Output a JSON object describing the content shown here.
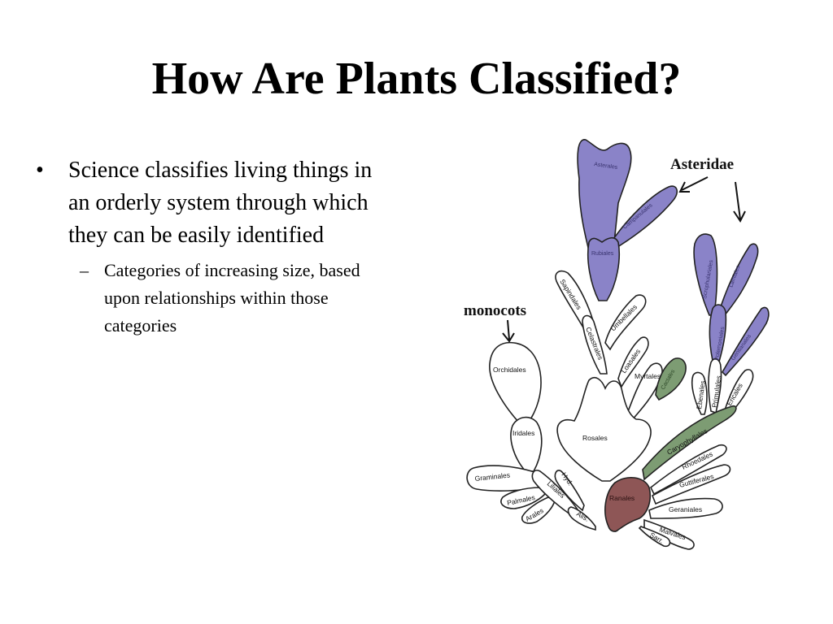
{
  "slide": {
    "title": "How Are Plants Classified?",
    "bullets": [
      {
        "text": "Science classifies living things in an orderly system through which they can be easily identified",
        "sub": [
          "Categories of increasing size, based upon relationships within those categories"
        ]
      }
    ],
    "bullet_symbol": "•",
    "sub_symbol": "–"
  },
  "diagram": {
    "groups": {
      "monocots": "monocots",
      "asteridae": "Asteridae"
    },
    "orders": {
      "asterales": "Asterales",
      "campanulales": "Campanulales",
      "rubiales": "Rubiales",
      "scrophulariales": "Scrophulariales",
      "lamiales": "Lamiales",
      "polemoniales": "Polemoniales",
      "gentianales": "Gentianales",
      "sapindales": "Sapindales",
      "umbellales": "Umbellales",
      "celastrales": "Celastrales",
      "loasales": "Loasales",
      "myrtales": "Myrtales",
      "cactales": "Cactales",
      "orchidales": "Orchidales",
      "iridales": "Iridales",
      "rosales": "Rosales",
      "ebenales": "Ebenales",
      "primulales": "Primulales",
      "ericales": "Ericales",
      "caryophyllales": "Caryophyllales",
      "rhoedales": "Rhoedales",
      "guttiferales": "Guttiferales",
      "graminales": "Graminales",
      "palmales": "Palmales",
      "arales": "Arales",
      "liliales": "Liliales",
      "hyd": "Hyd.",
      "alis": "Alis.",
      "ranales": "Ranales",
      "geraniales": "Geraniales",
      "malvales": "Malvales",
      "sarr": "Sarr."
    },
    "colors": {
      "asteridae": "#8a83c8",
      "caryophyllid": "#7d9c73",
      "ranales": "#8e5656",
      "default": "#ffffff",
      "outline": "#222222"
    }
  }
}
